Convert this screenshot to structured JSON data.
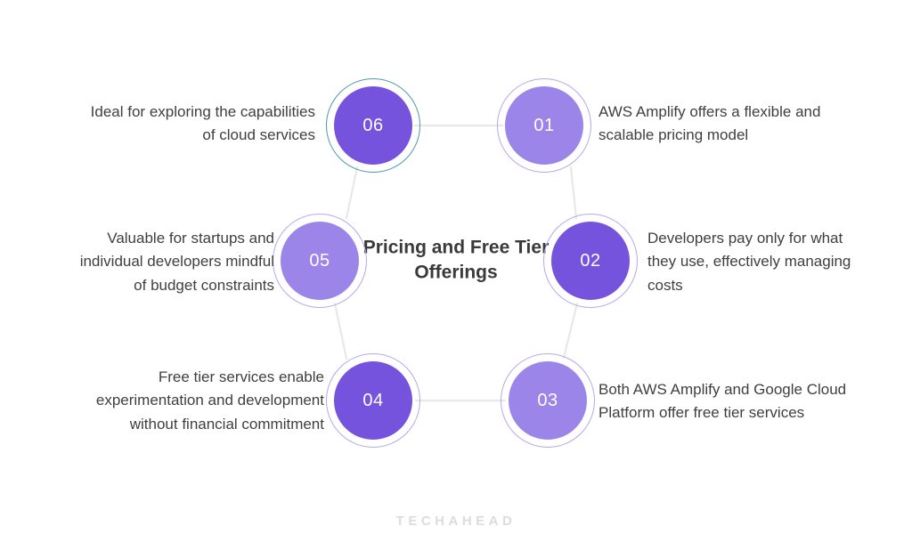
{
  "graphic": {
    "center_title": "Pricing and Free\nTier Offerings",
    "watermark": "TECHAHEAD",
    "colors": {
      "node_dark": "#7553dd",
      "node_light": "#9c85e8",
      "ring_default": "#b9a6ea",
      "ring_highlight": "#4c9aa6",
      "connector": "#e8e8e8",
      "text": "#3f3f3f",
      "title_text": "#3a3a3a",
      "watermark_text": "#dcdcdc",
      "background": "#ffffff"
    }
  },
  "nodes": [
    {
      "number": "01",
      "label": "AWS Amplify offers a flexible and\nscalable pricing model",
      "shade": "light",
      "ring": "default",
      "position": "top-right"
    },
    {
      "number": "02",
      "label": "Developers pay only for what\nthey use, effectively managing\ncosts",
      "shade": "dark",
      "ring": "default",
      "position": "middle-right"
    },
    {
      "number": "03",
      "label": "Both AWS Amplify and Google Cloud\nPlatform offer free tier services",
      "shade": "light",
      "ring": "default",
      "position": "bottom-right"
    },
    {
      "number": "04",
      "label": "Free tier services enable\nexperimentation and development\nwithout financial commitment",
      "shade": "dark",
      "ring": "default",
      "position": "bottom-left"
    },
    {
      "number": "05",
      "label": "Valuable for startups and\nindividual developers mindful\nof budget constraints",
      "shade": "light",
      "ring": "default",
      "position": "middle-left"
    },
    {
      "number": "06",
      "label": "Ideal for exploring the capabilities\nof cloud services",
      "shade": "dark",
      "ring": "highlight",
      "position": "top-left"
    }
  ]
}
